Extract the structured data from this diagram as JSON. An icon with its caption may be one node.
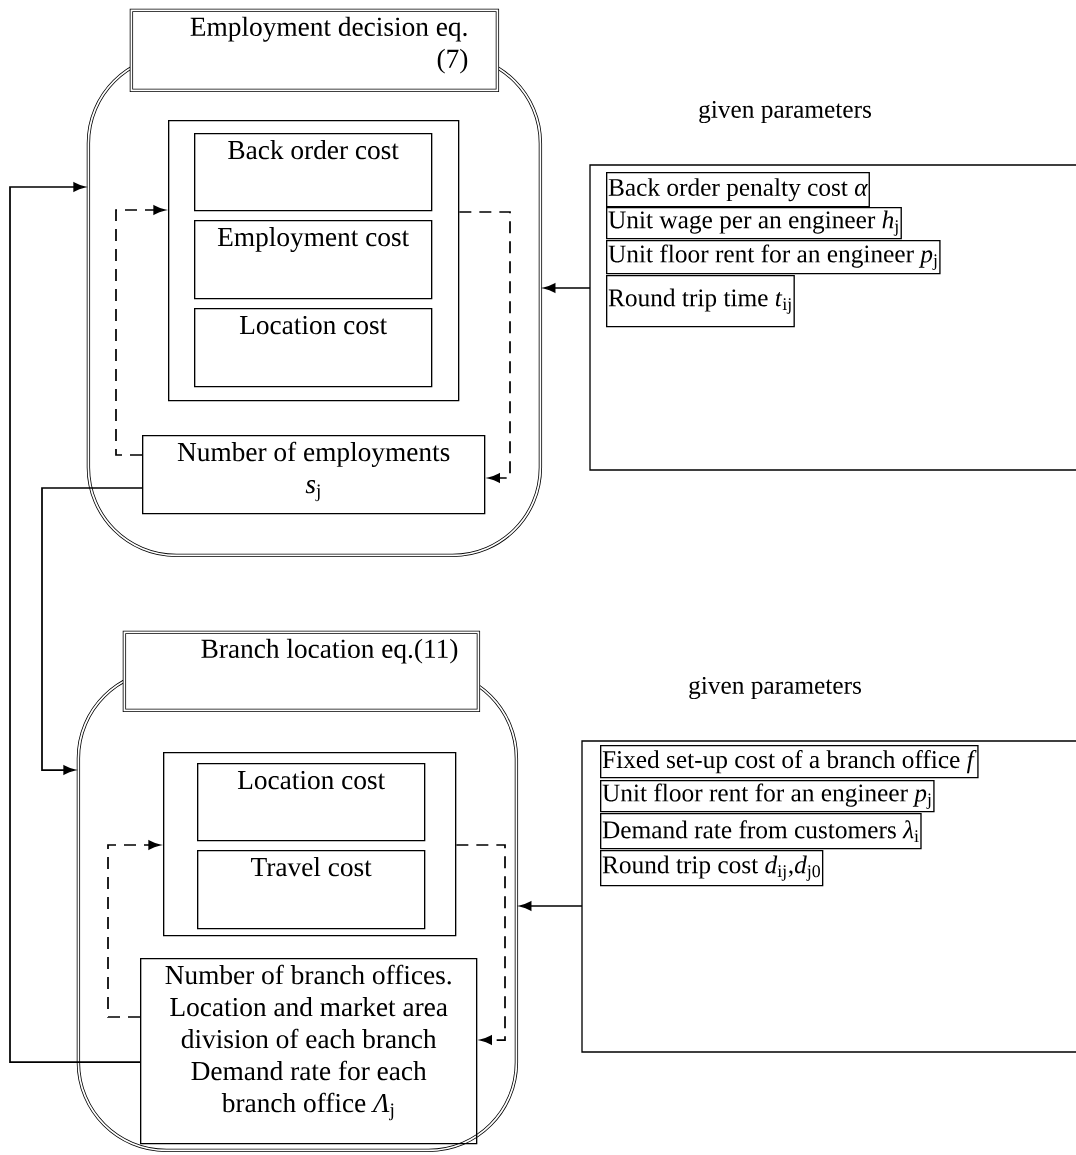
{
  "diagram": {
    "nodes": [
      {
        "text": [
          "Employment decision eq. (7)"
        ]
      },
      {
        "text": [],
        "shape": "box",
        "in": 0
      },
      {
        "text": [
          "Back order cost"
        ],
        "in": 1
      },
      {
        "text": [
          "Employment cost"
        ],
        "in": 1
      },
      {
        "text": [
          "Location cost"
        ],
        "in": 1
      },
      {
        "text": [
          "Number of employments *s*$_{j}$"
        ],
        "in": 0
      },
      {
        "text": [
          "given parameters"
        ]
      },
      {
        "text": [
          "Back order penalty cost *α*"
        ],
        "in": 6
      },
      {
        "text": [
          "Unit wage per an engineer *h*$_{j}$"
        ],
        "in": 6
      },
      {
        "text": [
          "Unit floor rent for an engineer *p*$_{j}$"
        ],
        "in": 6
      },
      {
        "text": [
          "Round trip time *t*$_{ij}$"
        ],
        "in": 6
      },
      {
        "text": [
          "Branch location eq.(11)"
        ]
      },
      {
        "text": [],
        "shape": "box",
        "in": 11
      },
      {
        "text": [
          "Location cost"
        ],
        "in": 12
      },
      {
        "text": [
          "Travel cost"
        ],
        "in": 12
      },
      {
        "text": [
          "Number of branch offices. Location and market area division of each branch Demand rate for each branch office *Λ*$_{j}$"
        ],
        "in": 11
      },
      {
        "text": [
          "given parameters"
        ]
      },
      {
        "text": [
          "Fixed set-up cost of a branch office *f*"
        ],
        "in": 16
      },
      {
        "text": [
          "Unit floor rent for an engineer *p*$_{j}$"
        ],
        "in": 16
      },
      {
        "text": [
          "Demand rate from customers *λ*$_{i}$"
        ],
        "in": 16
      },
      {
        "text": [
          "Round trip cost *d*$_{ij}$,*d*$_{j0}$"
        ],
        "in": 16
      }
    ],
    "edges": [
      {
        "from": 15,
        "to": 0,
        "arrow": "to"
      },
      {
        "from": 5,
        "to": 11,
        "arrow": "to"
      },
      {
        "from": 5,
        "to": 1,
        "arrow": "to",
        "style": "dashed"
      },
      {
        "from": 1,
        "to": 5,
        "arrow": "to",
        "style": "dashed"
      },
      {
        "from": 6,
        "to": 0,
        "arrow": "to"
      },
      {
        "from": 15,
        "to": 12,
        "arrow": "to",
        "style": "dashed"
      },
      {
        "from": 12,
        "to": 15,
        "arrow": "to",
        "style": "dashed"
      },
      {
        "from": 16,
        "to": 11,
        "arrow": "to"
      }
    ]
  }
}
